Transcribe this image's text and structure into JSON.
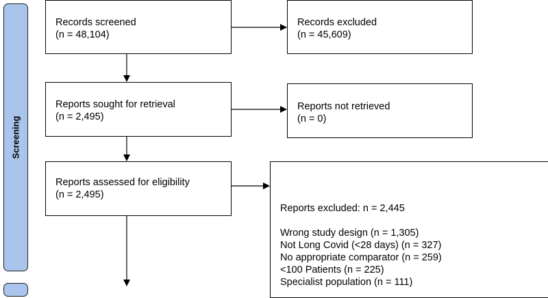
{
  "phase": {
    "label": "Screening"
  },
  "boxes": {
    "screened": {
      "title": "Records screened",
      "count": "(n = 48,104)"
    },
    "excluded1": {
      "title": "Records excluded",
      "count": "(n = 45,609)"
    },
    "sought": {
      "title": "Reports sought for retrieval",
      "count": "(n = 2,495)"
    },
    "not_retrieved": {
      "title": "Reports not retrieved",
      "count": "(n = 0)"
    },
    "assessed": {
      "title": "Reports assessed for eligibility",
      "count": "(n = 2,495)"
    },
    "excluded2": {
      "title": "Reports excluded: n = 2,445",
      "reasons": [
        "Wrong study design (n = 1,305)",
        "Not Long Covid (<28 days) (n = 327)",
        "No appropriate comparator (n = 259)",
        "<100 Patients (n = 225)",
        "Specialist population (n = 111)"
      ]
    }
  },
  "colors": {
    "phase_fill": "#a9c5ec",
    "border": "#000000",
    "arrow": "#000000"
  }
}
